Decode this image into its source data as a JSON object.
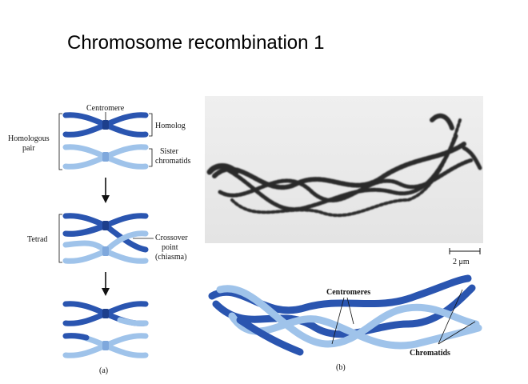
{
  "title": "Chromosome recombination 1",
  "panel_a": {
    "centromere": "Centromere",
    "homolog": "Homolog",
    "homologous_pair_line1": "Homologous",
    "homologous_pair_line2": "pair",
    "sister_line1": "Sister",
    "sister_line2": "chromatids",
    "tetrad": "Tetrad",
    "crossover_line1": "Crossover",
    "crossover_line2": "point",
    "crossover_line3": "(chiasma)",
    "caption": "(a)"
  },
  "panel_b": {
    "scale": "2 μm",
    "centromeres": "Centromeres",
    "chromatids": "Chromatids",
    "caption": "(b)"
  },
  "colors": {
    "dark_blue": "#2a55b0",
    "light_blue": "#9fc3ea",
    "micrograph_bg": "#ececec"
  }
}
